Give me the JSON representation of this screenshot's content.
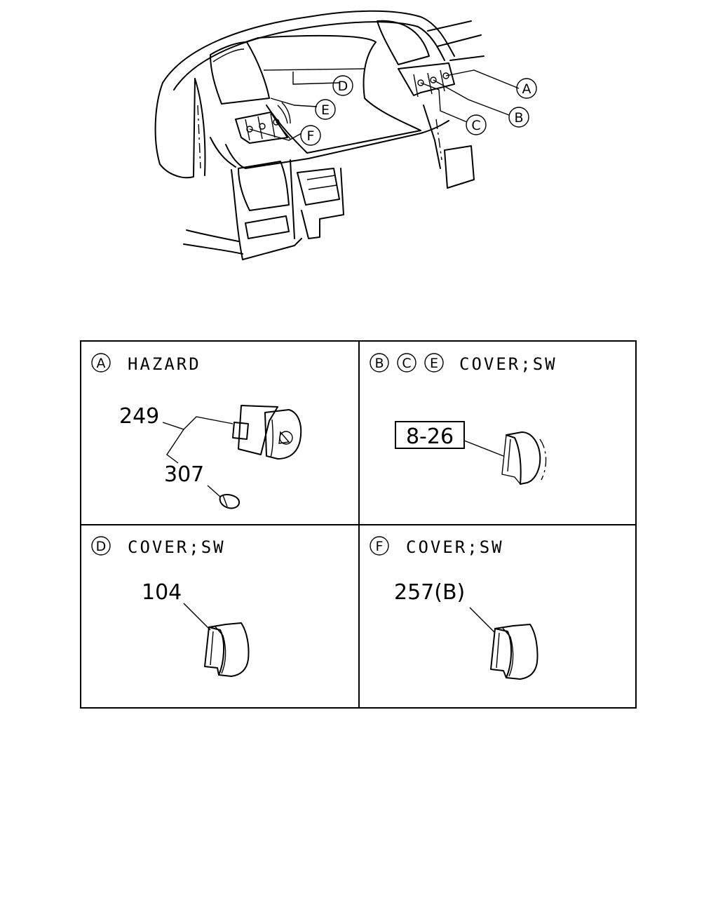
{
  "overview": {
    "callouts": [
      {
        "letter": "A"
      },
      {
        "letter": "B"
      },
      {
        "letter": "C"
      },
      {
        "letter": "D"
      },
      {
        "letter": "E"
      },
      {
        "letter": "F"
      }
    ]
  },
  "panels": {
    "a": {
      "letters": [
        "A"
      ],
      "title": "HAZARD",
      "parts": [
        "249",
        "307"
      ]
    },
    "bce": {
      "letters": [
        "B",
        "C",
        "E"
      ],
      "title": "COVER;SW",
      "ref_box": "8-26"
    },
    "d": {
      "letters": [
        "D"
      ],
      "title": "COVER;SW",
      "parts": [
        "104"
      ]
    },
    "f": {
      "letters": [
        "F"
      ],
      "title": "COVER;SW",
      "parts": [
        "257(B)"
      ]
    }
  }
}
